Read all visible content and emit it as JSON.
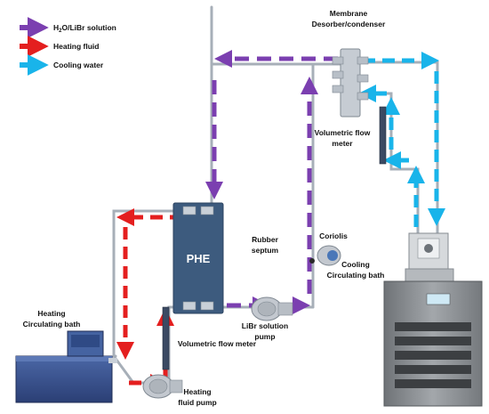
{
  "legend": [
    {
      "label": "H2O/LiBr solution",
      "color": "#7b3fb0"
    },
    {
      "label": "Heating fluid",
      "color": "#e41f1f"
    },
    {
      "label": "Cooling water",
      "color": "#19b4ea"
    }
  ],
  "labels": {
    "membrane_1": "Membrane",
    "membrane_2": "Desorber/condenser",
    "vfm_top_1": "Volumetric flow",
    "vfm_top_2": "meter",
    "phe": "PHE",
    "rubber_1": "Rubber",
    "rubber_2": "septum",
    "coriolis": "Coriolis",
    "cooling_bath_1": "Cooling",
    "cooling_bath_2": "Circulating bath",
    "heating_bath_1": "Heating",
    "heating_bath_2": "Circulating bath",
    "vfm_bottom": "Volumetric flow meter",
    "libr_pump_1": "LiBr solution",
    "libr_pump_2": "pump",
    "heating_pump_1": "Heating",
    "heating_pump_2": "fluid pump"
  },
  "colors": {
    "solution": "#7b3fb0",
    "heating": "#e41f1f",
    "cooling": "#19b4ea",
    "phe": "#3d5b7e"
  }
}
